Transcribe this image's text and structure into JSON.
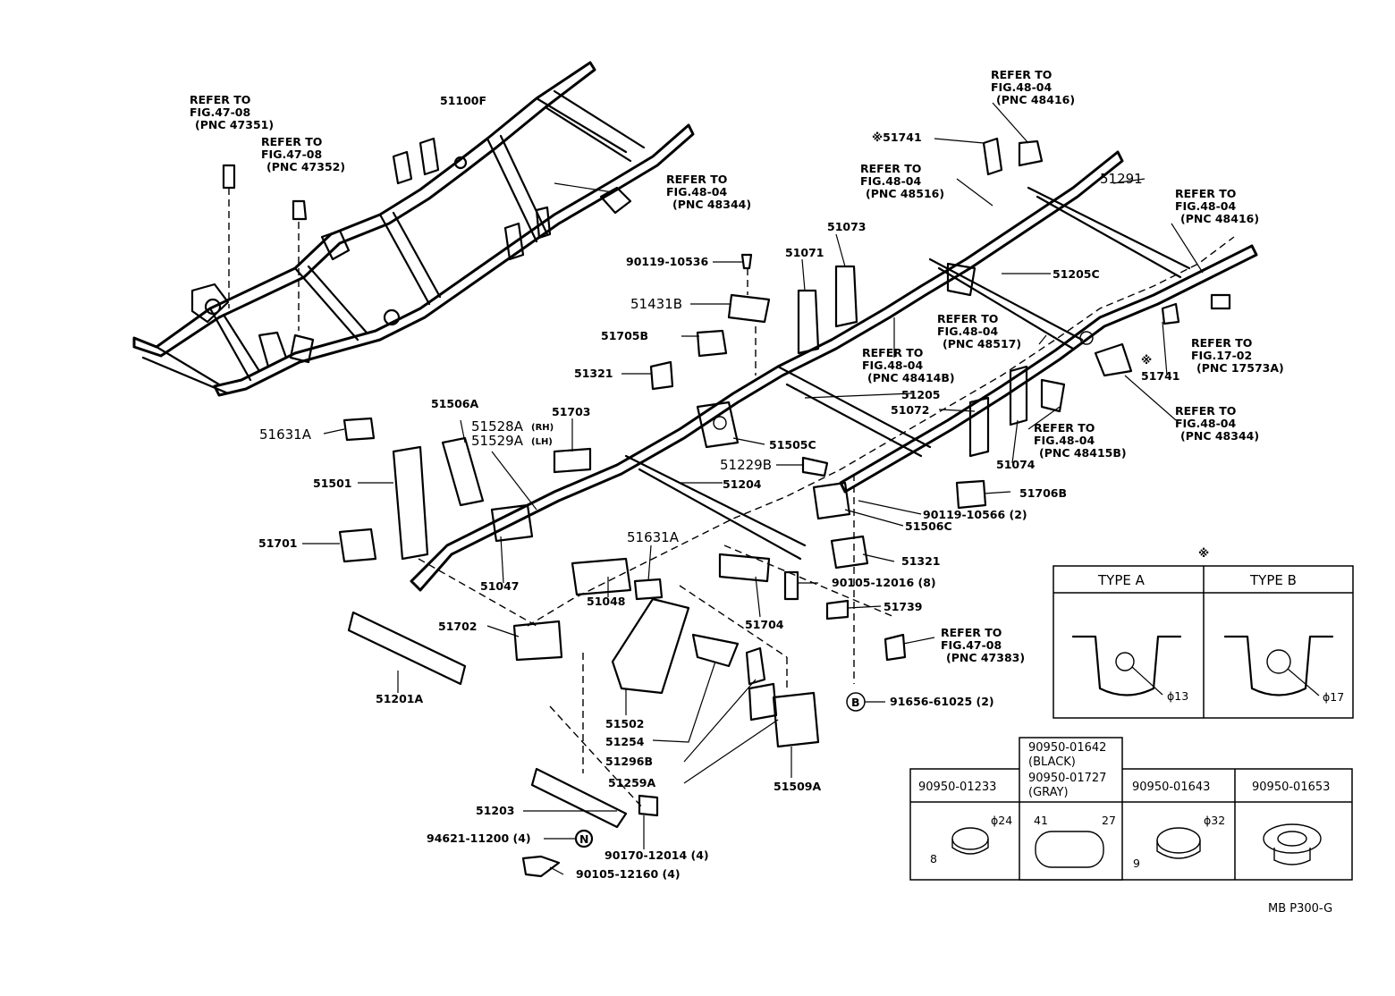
{
  "diagram": {
    "code": "MB  P300-G",
    "type_table": {
      "mark": "※",
      "headers": [
        "TYPE A",
        "TYPE B"
      ],
      "dims": [
        "ϕ13",
        "ϕ17"
      ]
    },
    "plug_table": {
      "headers": {
        "h1": "90950-01233",
        "h2a": "90950-01642",
        "h2b": "(BLACK)",
        "h2c": "90950-01727",
        "h2d": "(GRAY)",
        "h3": "90950-01643",
        "h4": "90950-01653"
      },
      "dims": {
        "d1": "ϕ24",
        "d1h": "8",
        "d2w": "41",
        "d2h": "27",
        "d3": "ϕ32",
        "d3h": "9"
      }
    },
    "refs": {
      "r1": [
        "REFER TO",
        "FIG.47-08",
        "(PNC 47351)"
      ],
      "r2": [
        "REFER TO",
        "FIG.47-08",
        "(PNC 47352)"
      ],
      "r3": [
        "REFER TO",
        "FIG.48-04",
        "(PNC 48344)"
      ],
      "r4": [
        "REFER TO",
        "FIG.48-04",
        "(PNC 48416)"
      ],
      "r5": [
        "REFER TO",
        "FIG.48-04",
        "(PNC 48516)"
      ],
      "r6": [
        "REFER TO",
        "FIG.48-04",
        "(PNC 48416)"
      ],
      "r7": [
        "REFER TO",
        "FIG.48-04",
        "(PNC 48517)"
      ],
      "r8": [
        "REFER TO",
        "FIG.48-04",
        "(PNC 48414B)"
      ],
      "r9": [
        "REFER TO",
        "FIG.17-02",
        "(PNC 17573A)"
      ],
      "r10": [
        "REFER TO",
        "FIG.48-04",
        "(PNC 48344)"
      ],
      "r11": [
        "REFER TO",
        "FIG.48-04",
        "(PNC 48415B)"
      ],
      "r12": [
        "REFER TO",
        "FIG.47-08",
        "(PNC 47383)"
      ]
    },
    "labels": {
      "p51100F": "51100F",
      "p51741a": "※51741",
      "p51291": "51291",
      "p9011910536": "90119-10536",
      "p51073": "51073",
      "p51071": "51071",
      "p51205C": "51205C",
      "p51431B": "51431B",
      "p51705B": "51705B",
      "p51321a": "51321",
      "p51741b_mark": "※",
      "p51741b": "51741",
      "p51205": "51205",
      "p51072": "51072",
      "p51506A": "51506A",
      "p51528A": "51528A",
      "p51528A_s": "(RH)",
      "p51529A": "51529A",
      "p51529A_s": "(LH)",
      "p51703": "51703",
      "p51631A_1": "51631A",
      "p51505C": "51505C",
      "p51074": "51074",
      "p51229B": "51229B",
      "p51501": "51501",
      "p51204": "51204",
      "p51706B": "51706B",
      "p9011910566": "90119-10566 (2)",
      "p51506C": "51506C",
      "p51701": "51701",
      "p51631A_2": "51631A",
      "p51321b": "51321",
      "p51047": "51047",
      "p9010512016": "90105-12016 (8)",
      "p51739": "51739",
      "p51048": "51048",
      "p51704": "51704",
      "p51702": "51702",
      "p51201A": "51201A",
      "p_b": "B",
      "p9165661025": "91656-61025 (2)",
      "p51502": "51502",
      "p51254": "51254",
      "p51296B": "51296B",
      "p51259A": "51259A",
      "p51509A": "51509A",
      "p51203": "51203",
      "p_n": "N",
      "p9462111200": "94621-11200 (4)",
      "p9017012014": "90170-12014 (4)",
      "p9010512160": "90105-12160 (4)"
    }
  }
}
